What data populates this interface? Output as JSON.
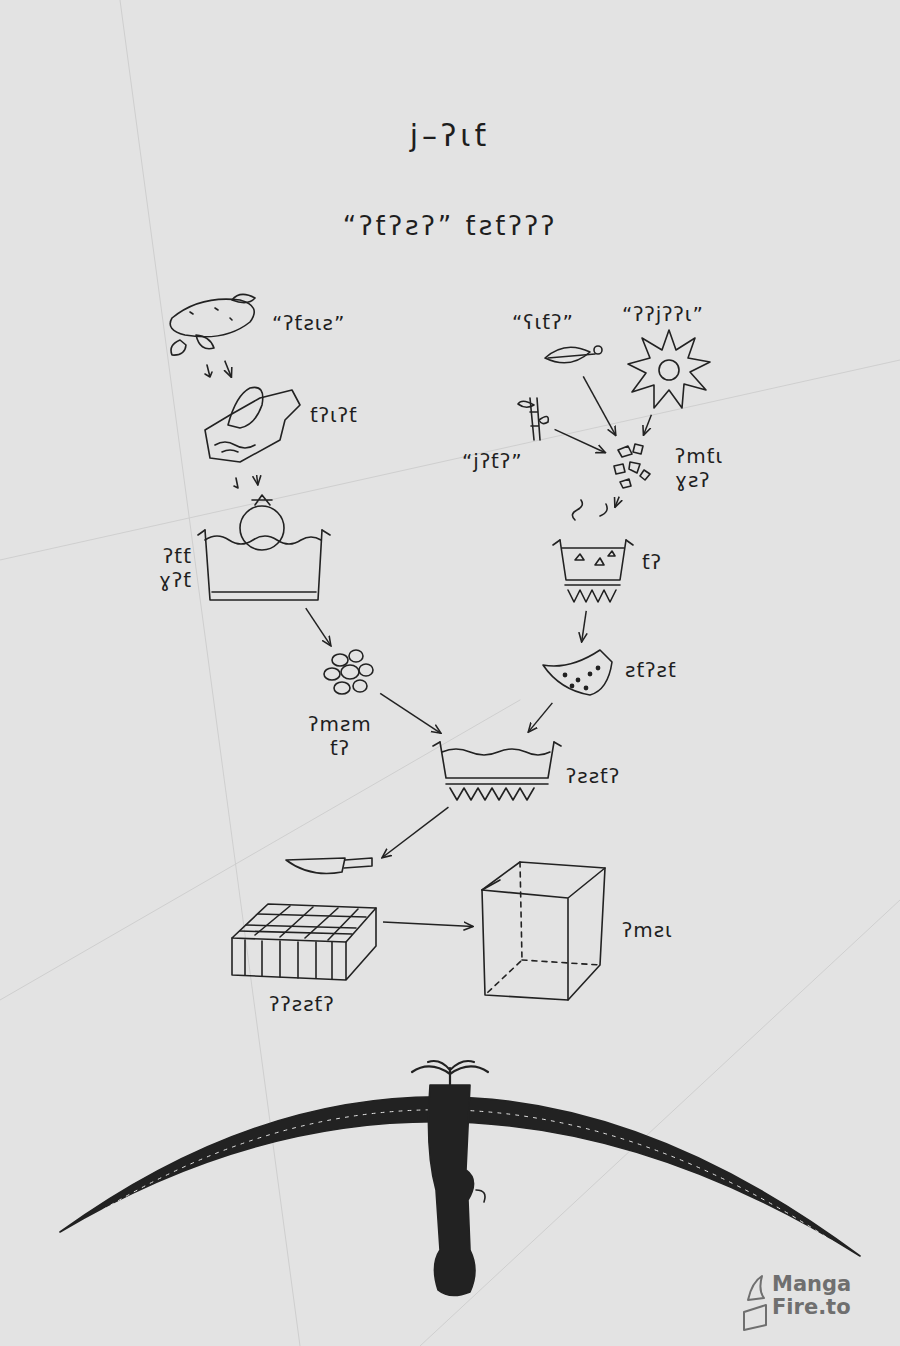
{
  "diagram": {
    "title": "j–ʔɩƭ",
    "nodes": [
      {
        "text": [
          "“ʔƭƨɩƨ”"
        ]
      },
      {
        "text": [
          "“ʕɩƭʔ”"
        ]
      },
      {
        "text": [
          "“ʔʔjʔʔɩ”"
        ]
      },
      {
        "text": [
          "ƭʔɩʔƭ"
        ]
      },
      {
        "text": [
          "“jʔƭʔ”"
        ]
      },
      {
        "text": [
          "ʔmƭɩ ɣƨʔ"
        ]
      },
      {
        "text": [
          "ʔƭƭ ɣʔƭ"
        ]
      },
      {
        "text": [
          "ƭʔ"
        ]
      },
      {
        "text": [
          "ƨƭʔƨƭ"
        ]
      },
      {
        "text": [
          "ʔmƨm ƭʔ"
        ]
      },
      {
        "text": [
          "ʔƨƨƭʔ"
        ]
      },
      {
        "text": [
          "ʔʔƨƨƭʔ"
        ]
      },
      {
        "text": [
          "ʔmƨɩ"
        ]
      }
    ],
    "edges": [
      {
        "from": 0,
        "to": 3,
        "arrow": "to"
      },
      {
        "from": 3,
        "to": 6,
        "arrow": "to"
      },
      {
        "from": 6,
        "to": 9,
        "arrow": "to"
      },
      {
        "from": 9,
        "to": 10,
        "arrow": "to"
      },
      {
        "from": 1,
        "to": 5,
        "arrow": "to"
      },
      {
        "from": 2,
        "to": 5,
        "arrow": "to"
      },
      {
        "from": 4,
        "to": 5,
        "arrow": "to"
      },
      {
        "from": 5,
        "to": 7,
        "arrow": "to"
      },
      {
        "from": 7,
        "to": 8,
        "arrow": "to"
      },
      {
        "from": 8,
        "to": 10,
        "arrow": "to"
      },
      {
        "from": 10,
        "to": 11,
        "arrow": "to"
      },
      {
        "from": 11,
        "to": 12,
        "arrow": "to"
      }
    ],
    "labels": [
      "“ʔƭʔƨʔ” ƭƨƭʔʔʔ",
      "Manga Fire.to"
    ]
  }
}
